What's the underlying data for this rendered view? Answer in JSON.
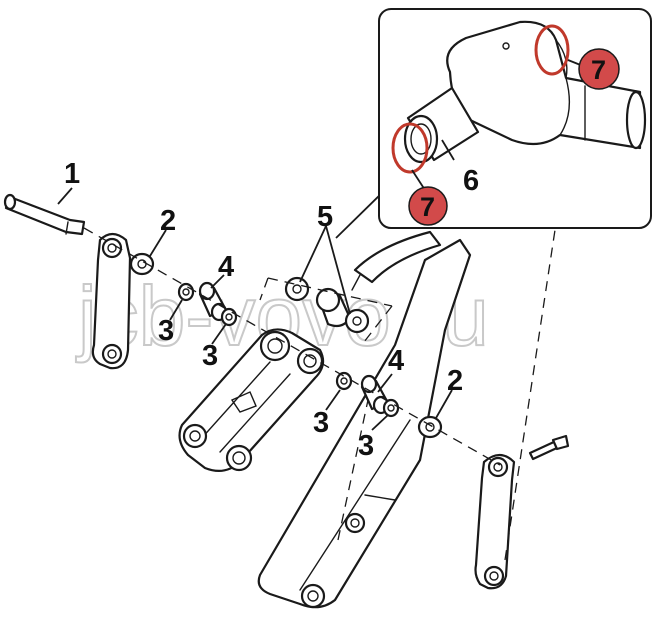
{
  "watermark": "jcb-vovo.ru",
  "callouts": {
    "c1": "1",
    "c2_left": "2",
    "c4_left": "4",
    "c3_a": "3",
    "c3_b": "3",
    "c5": "5",
    "c4_right": "4",
    "c3_c": "3",
    "c3_d": "3",
    "c2_right": "2",
    "c6": "6",
    "c7_top": "7",
    "c7_bottom": "7"
  },
  "colors": {
    "badge_fill": "#d24a4a",
    "oring": "#c0392b",
    "inset_border": "#1a1a1a"
  }
}
